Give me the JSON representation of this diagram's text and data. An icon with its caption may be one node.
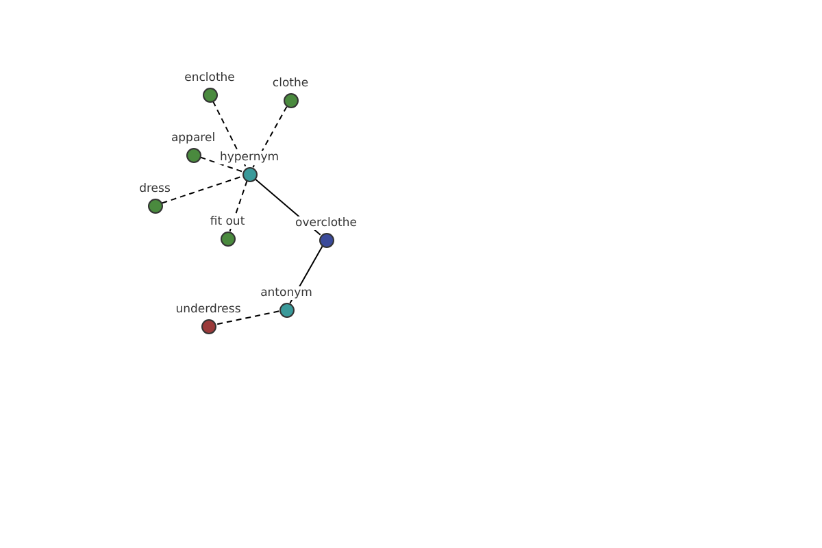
{
  "diagram": {
    "nodes": [
      {
        "text": [
          "enclothe"
        ]
      },
      {
        "text": [
          "clothe"
        ]
      },
      {
        "text": [
          "apparel"
        ]
      },
      {
        "text": [
          "hypernym"
        ]
      },
      {
        "text": [
          "dress"
        ]
      },
      {
        "text": [
          "fit out"
        ]
      },
      {
        "text": [
          "overclothe"
        ]
      },
      {
        "text": [
          "antonym"
        ]
      },
      {
        "text": [
          "underdress"
        ]
      }
    ],
    "edges": [
      {
        "from": 0,
        "to": 3,
        "arrow": "none",
        "style": "dashed"
      },
      {
        "from": 1,
        "to": 3,
        "arrow": "none",
        "style": "dashed"
      },
      {
        "from": 2,
        "to": 3,
        "arrow": "none",
        "style": "dashed"
      },
      {
        "from": 4,
        "to": 3,
        "arrow": "none",
        "style": "dashed"
      },
      {
        "from": 5,
        "to": 3,
        "arrow": "none",
        "style": "dashed"
      },
      {
        "from": 3,
        "to": 6,
        "arrow": "none"
      },
      {
        "from": 6,
        "to": 7,
        "arrow": "none"
      },
      {
        "from": 7,
        "to": 8,
        "arrow": "none",
        "style": "dashed"
      }
    ]
  }
}
